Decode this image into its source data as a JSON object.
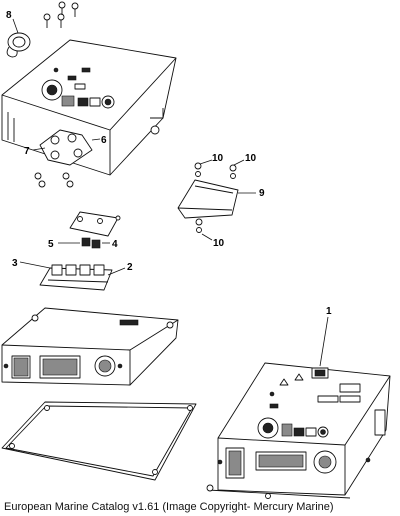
{
  "caption": "European Marine Catalog v1.61 (Image Copyright- Mercury Marine)",
  "callouts": [
    {
      "id": "c1",
      "label": "1"
    },
    {
      "id": "c2",
      "label": "2"
    },
    {
      "id": "c3",
      "label": "3"
    },
    {
      "id": "c4",
      "label": "4"
    },
    {
      "id": "c5",
      "label": "5"
    },
    {
      "id": "c6",
      "label": "6"
    },
    {
      "id": "c7",
      "label": "7"
    },
    {
      "id": "c8",
      "label": "8"
    },
    {
      "id": "c9",
      "label": "9"
    },
    {
      "id": "c10a",
      "label": "10"
    },
    {
      "id": "c10b",
      "label": "10"
    },
    {
      "id": "c10c",
      "label": "10"
    }
  ]
}
